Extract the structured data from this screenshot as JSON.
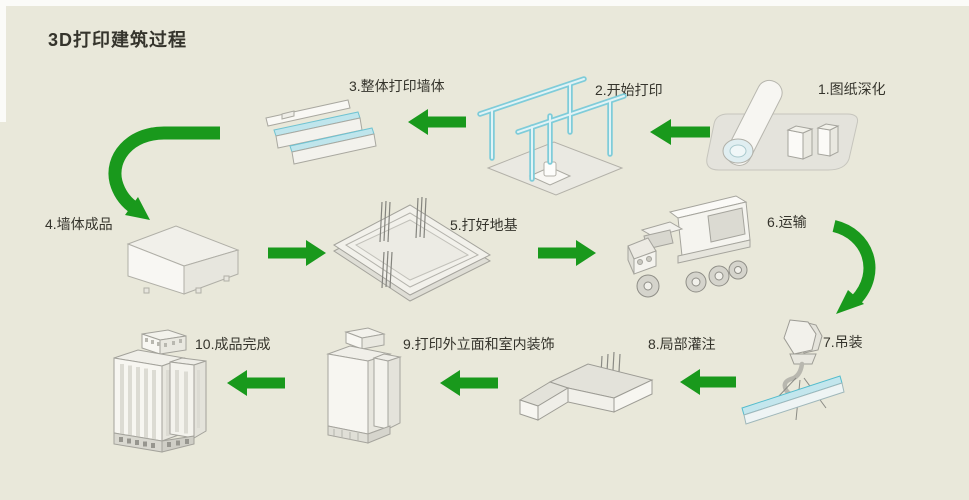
{
  "title": "3D打印建筑过程",
  "colors": {
    "background": "#e9e8da",
    "arrow_green": "#19991c",
    "text": "#35342c",
    "cyan_light": "#bfe5ec",
    "cyan_stroke": "#62c2d2",
    "gray_fill": "#f4f3ee",
    "gray_side": "#e7e6de",
    "gray_stroke": "#a6a59d"
  },
  "steps": [
    {
      "label": "1.图纸深化",
      "illustration": "blueprint-roll"
    },
    {
      "label": "2.开始打印",
      "illustration": "printer-gantry"
    },
    {
      "label": "3.整体打印墙体",
      "illustration": "printed-wall-layers"
    },
    {
      "label": "4.墙体成品",
      "illustration": "finished-wall-block"
    },
    {
      "label": "5.打好地基",
      "illustration": "foundation-slab"
    },
    {
      "label": "6.运输",
      "illustration": "transport-truck"
    },
    {
      "label": "7.吊装",
      "illustration": "crane-hook-panel"
    },
    {
      "label": "8.局部灌注",
      "illustration": "u-shaped-walls"
    },
    {
      "label": "9.打印外立面和室内装饰",
      "illustration": "building-core"
    },
    {
      "label": "10.成品完成",
      "illustration": "finished-building"
    }
  ],
  "flow_order": [
    "1",
    "2",
    "3",
    "4",
    "5",
    "6",
    "7",
    "8",
    "9",
    "10"
  ]
}
